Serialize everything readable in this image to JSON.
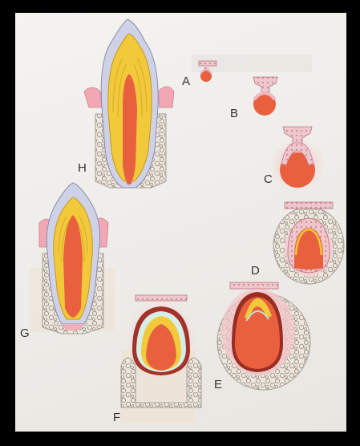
{
  "diagram": {
    "stages": [
      {
        "id": "A",
        "label": "A"
      },
      {
        "id": "B",
        "label": "B"
      },
      {
        "id": "C",
        "label": "C"
      },
      {
        "id": "D",
        "label": "D"
      },
      {
        "id": "E",
        "label": "E"
      },
      {
        "id": "F",
        "label": "F"
      },
      {
        "id": "G",
        "label": "G"
      },
      {
        "id": "H",
        "label": "H"
      }
    ]
  },
  "colors": {
    "page_background": "#efede9",
    "frame": "#000000",
    "pulp": "#e8603e",
    "dentin": "#f2c93a",
    "enamel": "#dcdcec",
    "gingiva": "#f1a8b4",
    "bone": "#e9e2d6",
    "epithelium": "#d98c98"
  }
}
